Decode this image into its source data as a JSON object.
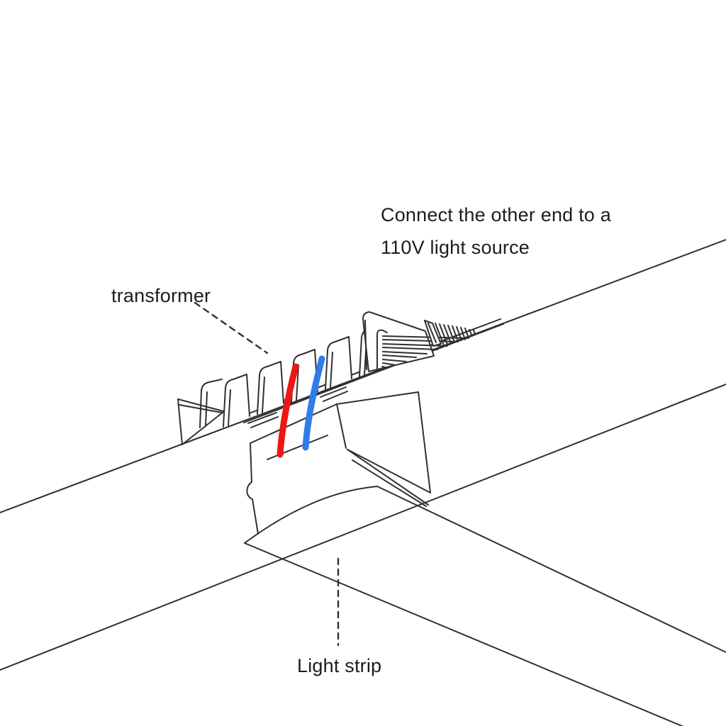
{
  "page": {
    "background_color": "#ffffff"
  },
  "diagram": {
    "stroke_color": "#303030",
    "labels": {
      "transformer": "transformer",
      "connect_line1": "Connect the other end to a",
      "connect_line2": "110V light source",
      "light_strip": "Light strip"
    },
    "wires": {
      "live_color": "#ee1717",
      "neutral_color": "#2f7de9"
    }
  }
}
